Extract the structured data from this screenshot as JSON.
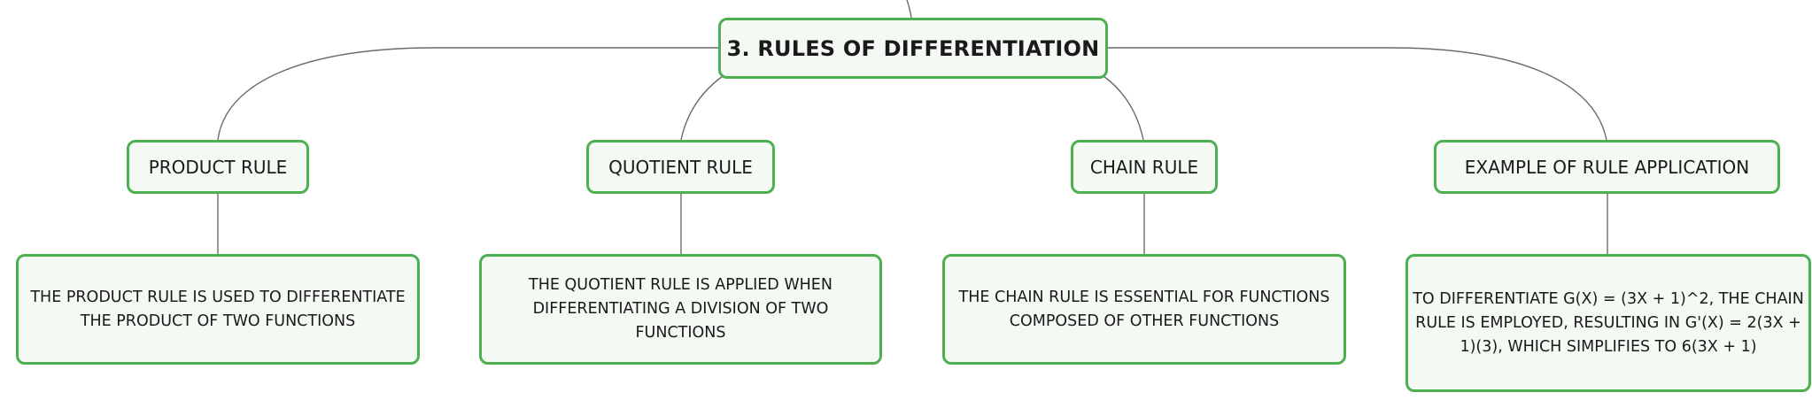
{
  "diagram": {
    "root": {
      "label": "3. RULES OF DIFFERENTIATION"
    },
    "branches": [
      {
        "label": "PRODUCT RULE",
        "description": "THE PRODUCT RULE IS USED TO DIFFERENTIATE THE PRODUCT OF TWO FUNCTIONS"
      },
      {
        "label": "QUOTIENT RULE",
        "description": "THE QUOTIENT RULE IS APPLIED WHEN DIFFERENTIATING A DIVISION OF TWO FUNCTIONS"
      },
      {
        "label": "CHAIN RULE",
        "description": "THE CHAIN RULE IS ESSENTIAL FOR FUNCTIONS COMPOSED OF OTHER FUNCTIONS"
      },
      {
        "label": "EXAMPLE OF RULE APPLICATION",
        "description": "TO DIFFERENTIATE G(X) = (3X + 1)^2, THE CHAIN RULE IS EMPLOYED, RESULTING IN G'(X) = 2(3X + 1)(3), WHICH SIMPLIFIES TO 6(3X + 1)"
      }
    ]
  },
  "colors": {
    "node_border": "#4caf50",
    "node_fill": "#f4f9f4",
    "connector": "#6b6b6b"
  }
}
